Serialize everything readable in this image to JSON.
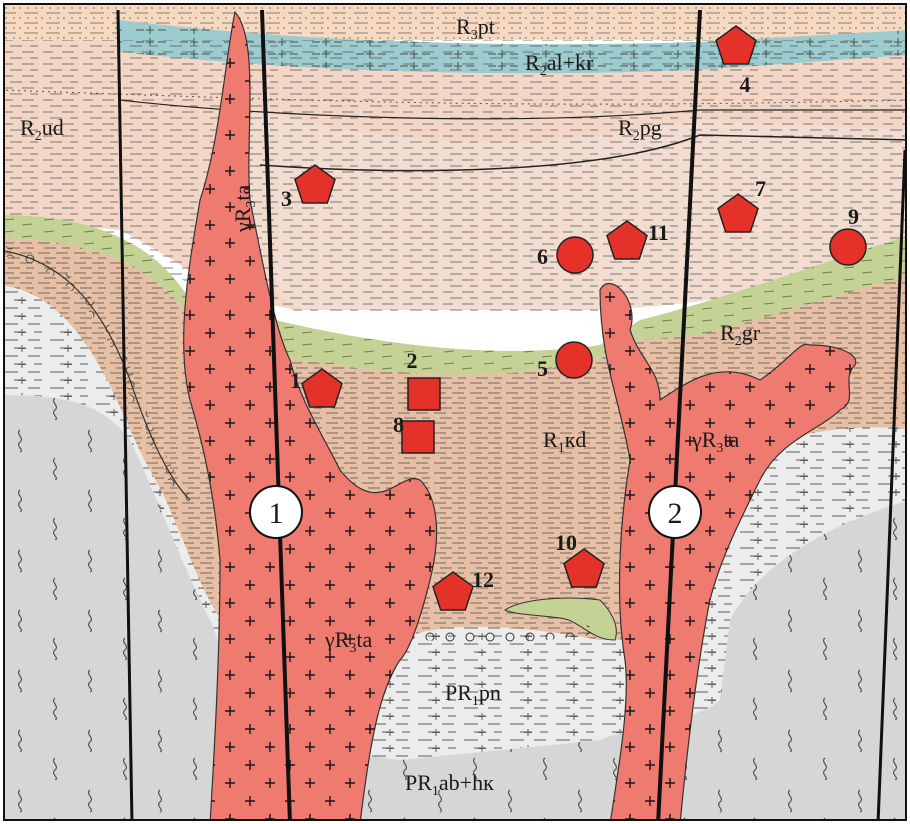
{
  "units": {
    "r3pt": {
      "main": "R",
      "sub": "3",
      "tail": "pt"
    },
    "r2alkr": {
      "main": "R",
      "sub": "2",
      "tail": "al+kr"
    },
    "r2ud": {
      "main": "R",
      "sub": "2",
      "tail": "ud"
    },
    "r2pg": {
      "main": "R",
      "sub": "2",
      "tail": "pg"
    },
    "r2gr": {
      "main": "R",
      "sub": "2",
      "tail": "gr"
    },
    "r1kd": {
      "main": "R",
      "sub": "1",
      "tail": "кd"
    },
    "pr1pn": {
      "main": "PR",
      "sub": "1",
      "tail": "pn"
    },
    "pr1abhk": {
      "main": "PR",
      "sub": "1",
      "tail": "ab+hк"
    },
    "granite": {
      "main": "γR",
      "sub": "3",
      "tail": "ta"
    }
  },
  "faults": [
    "1",
    "2"
  ],
  "occurrences": [
    {
      "id": "1",
      "shape": "pentagon"
    },
    {
      "id": "2",
      "shape": "square"
    },
    {
      "id": "3",
      "shape": "pentagon"
    },
    {
      "id": "4",
      "shape": "pentagon"
    },
    {
      "id": "5",
      "shape": "circle"
    },
    {
      "id": "6",
      "shape": "circle"
    },
    {
      "id": "7",
      "shape": "pentagon"
    },
    {
      "id": "8",
      "shape": "square"
    },
    {
      "id": "9",
      "shape": "circle"
    },
    {
      "id": "10",
      "shape": "pentagon"
    },
    {
      "id": "11",
      "shape": "pentagon"
    },
    {
      "id": "12",
      "shape": "pentagon"
    }
  ],
  "colors": {
    "top_sand": "#f6d9c0",
    "teal": "#9ccccf",
    "pg": "#f2ddd0",
    "green": "#c5d295",
    "kd": "#e7bfa5",
    "pn": "#ececec",
    "basement": "#d6d6d6",
    "granite": "#ef7a70",
    "marker": "#e4322b"
  }
}
